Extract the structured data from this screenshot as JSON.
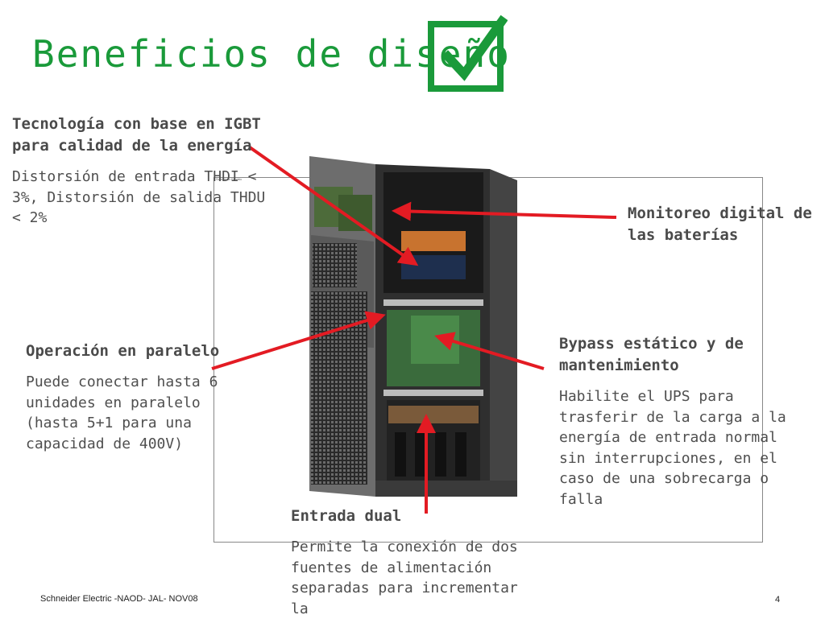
{
  "slide": {
    "title": "Beneficios de diseño",
    "footer": "Schneider Electric -NAOD- JAL- NOV08",
    "page_number": "4",
    "frame_label": "Schneider Electric",
    "icons": {
      "checkbox": "checkbox-checked-icon",
      "image": "ups-cabinet-photo"
    },
    "colors": {
      "title": "#1a9a3a",
      "check": "#1a9a3a",
      "arrow": "#e31b23",
      "text": "#4a4a4a"
    }
  },
  "callouts": {
    "igbt": {
      "heading": "Tecnología con base en IGBT para calidad de la energía",
      "body": "Distorsión de entrada THDI < 3%, Distorsión de salida THDU < 2%"
    },
    "monitor": {
      "heading": "Monitoreo digital de las baterías"
    },
    "parallel": {
      "heading": "Operación en paralelo",
      "body": "Puede conectar hasta 6 unidades en paralelo (hasta 5+1 para una capacidad de  400V)"
    },
    "bypass": {
      "heading": "Bypass estático y de mantenimiento",
      "body": "Habilite el UPS para trasferir de la carga a la energía de entrada normal sin interrupciones, en el caso de una sobrecarga o falla"
    },
    "dual": {
      "heading": "Entrada dual",
      "body": "Permite la conexión de dos fuentes de alimentación separadas para incrementar la"
    }
  }
}
